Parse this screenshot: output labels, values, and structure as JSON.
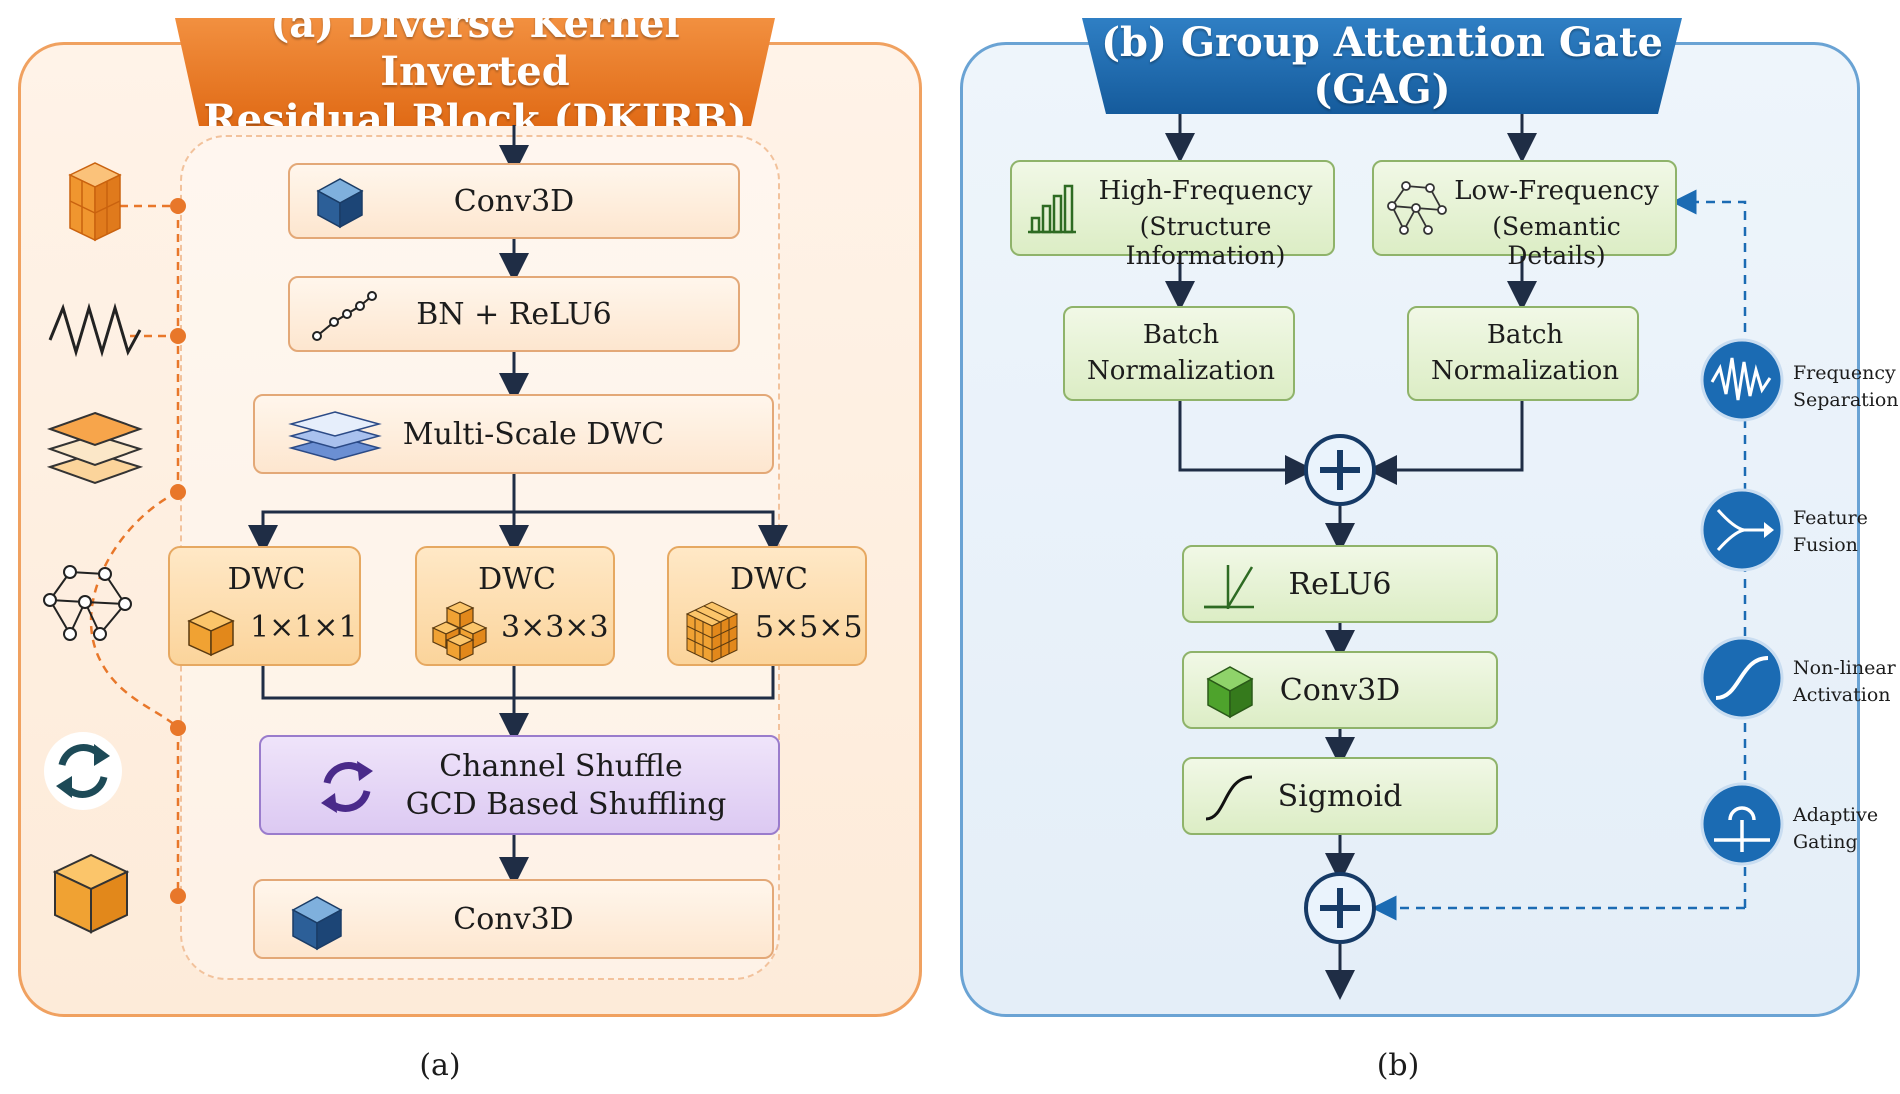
{
  "panel_a": {
    "title_line1": "(a) Diverse Kernel Inverted",
    "title_line2": "Residual Block (DKIRB)",
    "conv3d_top": "Conv3D",
    "bn_relu": "BN + ReLU6",
    "multiscale": "Multi-Scale DWC",
    "dwc": [
      {
        "label": "DWC",
        "kernel": "1×1×1"
      },
      {
        "label": "DWC",
        "kernel": "3×3×3"
      },
      {
        "label": "DWC",
        "kernel": "5×5×5"
      }
    ],
    "shuffle_line1": "Channel Shuffle",
    "shuffle_line2": "GCD Based Shuffling",
    "conv3d_bottom": "Conv3D",
    "caption": "(a)"
  },
  "panel_b": {
    "title": "(b) Group Attention Gate (GAG)",
    "high_freq_line1": "High-Frequency",
    "high_freq_line2": "(Structure Information)",
    "low_freq_line1": "Low-Frequency",
    "low_freq_line2": "(Semantic Details)",
    "bn_left_line1": "Batch",
    "bn_left_line2": "Normalization",
    "bn_right_line1": "Batch",
    "bn_right_line2": "Normalization",
    "relu6": "ReLU6",
    "conv3d": "Conv3D",
    "sigmoid": "Sigmoid",
    "legend": [
      {
        "line1": "Frequency",
        "line2": "Separation",
        "icon": "waveform-icon"
      },
      {
        "line1": "Feature",
        "line2": "Fusion",
        "icon": "merge-arrows-icon"
      },
      {
        "line1": "Non-linear",
        "line2": "Activation",
        "icon": "s-curve-icon"
      },
      {
        "line1": "Adaptive",
        "line2": "Gating",
        "icon": "gate-icon"
      }
    ],
    "caption": "(b)"
  },
  "colors": {
    "orange_accent": "#e8772a",
    "blue_accent": "#1b6bb3",
    "arrow": "#1f2d45"
  }
}
